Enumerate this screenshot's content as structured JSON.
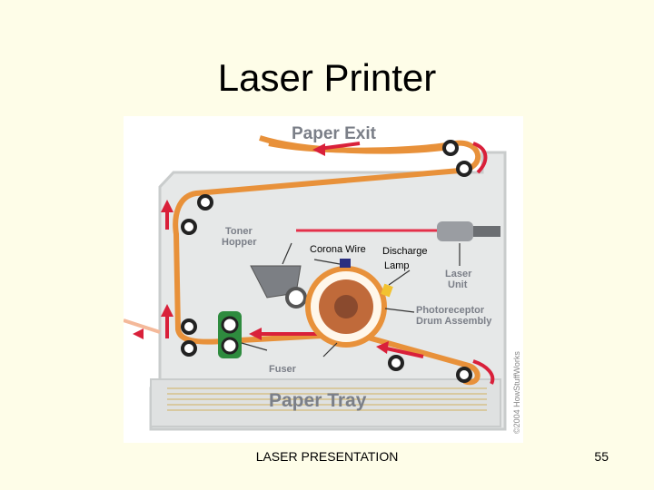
{
  "slide": {
    "title": "Laser Printer",
    "footer": "LASER PRESENTATION",
    "page_number": "55"
  },
  "diagram": {
    "paper_exit": "Paper Exit",
    "paper_tray": "Paper Tray",
    "toner_hopper_line1": "Toner",
    "toner_hopper_line2": "Hopper",
    "corona_wire": "Corona Wire",
    "discharge_line1": "Discharge",
    "discharge_line2": "Lamp",
    "laser_line1": "Laser",
    "laser_line2": "Unit",
    "drum_line1": "Photoreceptor",
    "drum_line2": "Drum Assembly",
    "fuser": "Fuser",
    "copyright": "©2004 HowStuffWorks"
  },
  "colors": {
    "paper_path": "#e8913a",
    "arrow_red": "#d9203a",
    "housing_gray": "#d6d8d8",
    "label_gray": "#7b7f88",
    "drum_orange": "#e8913a",
    "drum_brown": "#8a4a2e",
    "fuser_green": "#2e8b3e"
  }
}
